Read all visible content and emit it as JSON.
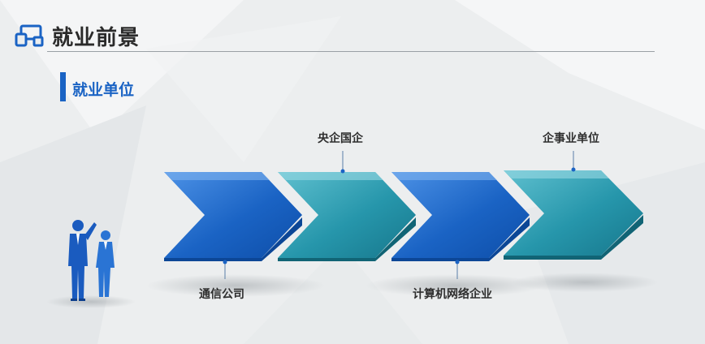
{
  "header": {
    "title": "就业前景",
    "icon": "devices-icon"
  },
  "section": {
    "title": "就业单位"
  },
  "flow": {
    "top_labels": [
      "央企国企",
      "企事业单位"
    ],
    "bottom_labels": [
      "通信公司",
      "计算机网络企业"
    ]
  },
  "colors": {
    "blue": "#1a63c4",
    "teal": "#1d8aa0",
    "title_text": "#2a2a2a"
  }
}
